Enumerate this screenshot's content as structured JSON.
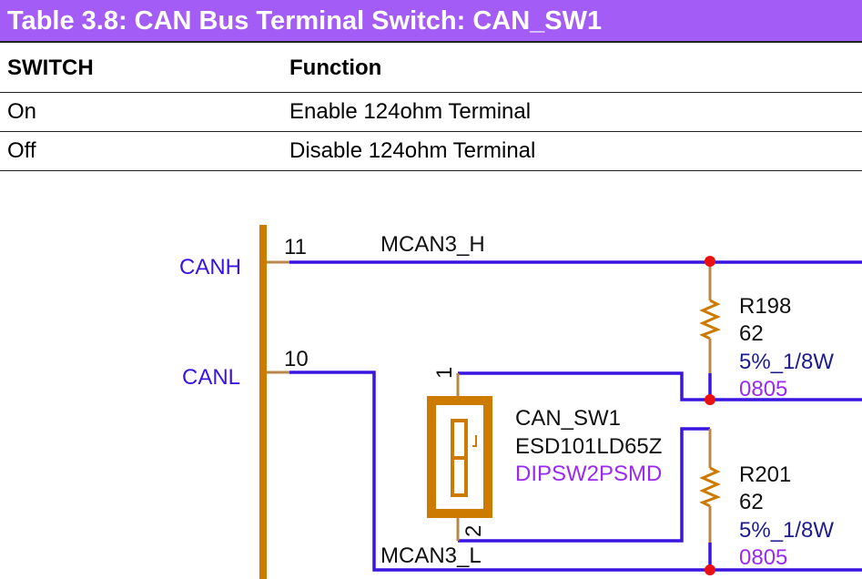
{
  "title": "Table 3.8: CAN Bus Terminal Switch: CAN_SW1",
  "table": {
    "headers": [
      "SWITCH",
      "Function"
    ],
    "rows": [
      [
        "On",
        "Enable 124ohm Terminal"
      ],
      [
        "Off",
        "Disable 124ohm Terminal"
      ]
    ]
  },
  "schematic": {
    "net_labels": {
      "canh": "CANH",
      "canl": "CANL",
      "mcan3_h": "MCAN3_H",
      "mcan3_l": "MCAN3_L"
    },
    "pins": {
      "p11": "11",
      "p10": "10",
      "sw_pin1": "1",
      "sw_pin2": "2"
    },
    "r198": {
      "ref": "R198",
      "value": "62",
      "spec": "5%_1/8W",
      "package": "0805"
    },
    "r201": {
      "ref": "R201",
      "value": "62",
      "spec": "5%_1/8W",
      "package": "0805"
    },
    "switch": {
      "ref": "CAN_SW1",
      "part": "ESD101LD65Z",
      "footprint": "DIPSW2PSMD"
    },
    "colors": {
      "wire": "#3a14e0",
      "component": "#cc7a00",
      "junction": "#e81010",
      "footprint_text": "#9a2af0",
      "spec_text": "#1c1c8c"
    }
  }
}
